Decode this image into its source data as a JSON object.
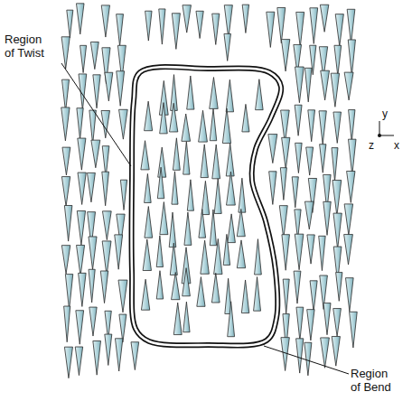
{
  "diagram": {
    "labels": [
      "Region of Twist",
      "y",
      "z",
      "x",
      "Region of Bend"
    ]
  }
}
